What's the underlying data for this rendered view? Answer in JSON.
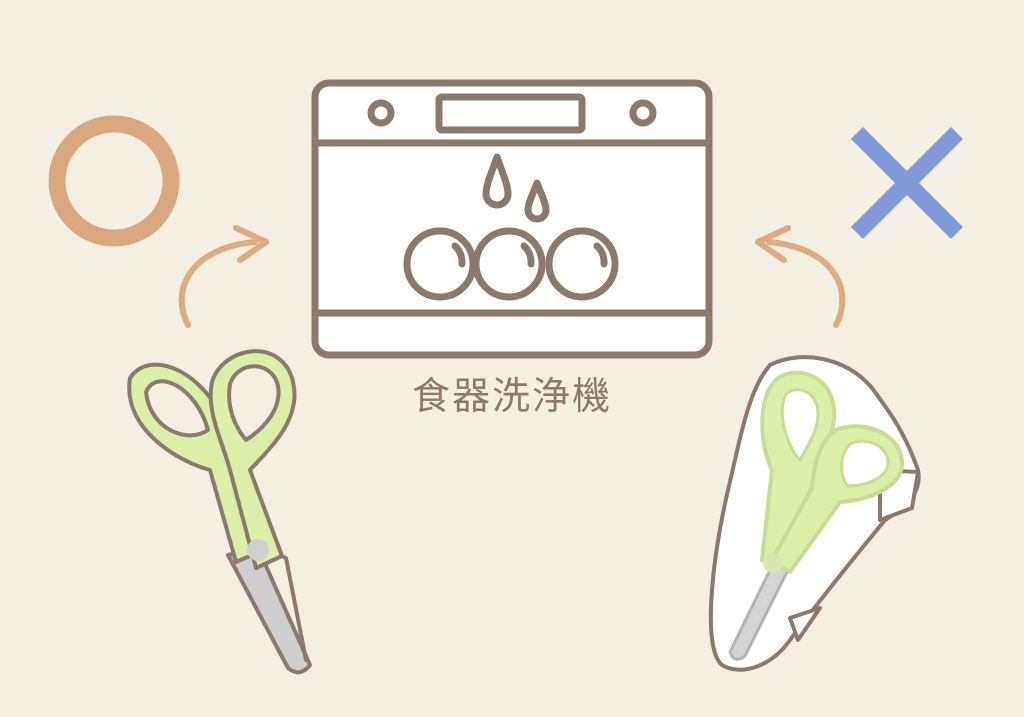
{
  "caption": "食器洗浄機",
  "colors": {
    "background": "#f4efe3",
    "outline": "#8a7a6d",
    "ok_mark": "#d9a87f",
    "ng_mark": "#7f9ad6",
    "arrow": "#deaa7f",
    "handle": "#dcefa8",
    "blade": "#cfcfcf",
    "case": "#ffffff"
  },
  "marks": {
    "ok": "circle-mark",
    "ng": "cross-mark"
  }
}
